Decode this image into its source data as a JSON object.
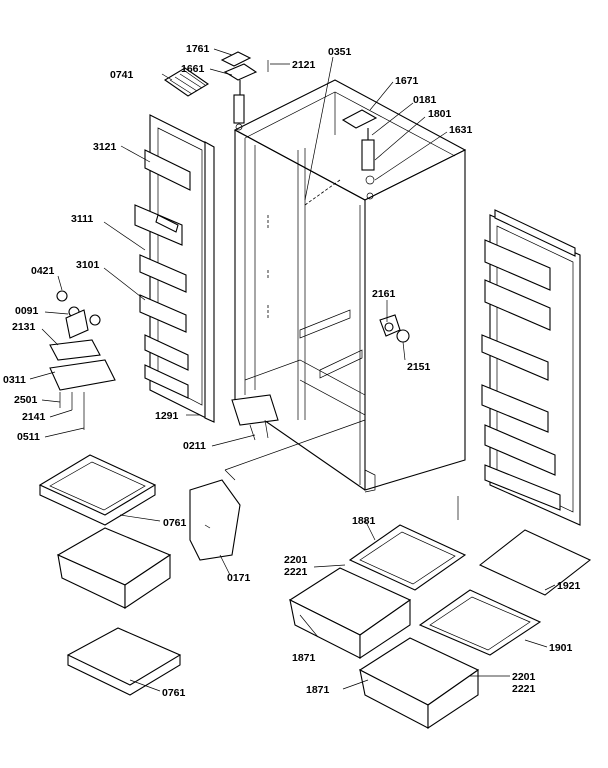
{
  "diagram": {
    "labels": {
      "p1761": "1761",
      "p1661": "1661",
      "p2121": "2121",
      "p0741": "0741",
      "p0351": "0351",
      "p1671": "1671",
      "p0181": "0181",
      "p1801": "1801",
      "p1631": "1631",
      "p3121": "3121",
      "p3111": "3111",
      "p3101": "3101",
      "p0421": "0421",
      "p0091": "0091",
      "p2131": "2131",
      "p0311": "0311",
      "p2501": "2501",
      "p2141": "2141",
      "p0511": "0511",
      "p1291": "1291",
      "p0211": "0211",
      "p2161": "2161",
      "p2151": "2151",
      "p0761a": "0761",
      "p0761b": "0761",
      "p0171": "0171",
      "p1881": "1881",
      "p2201a": "2201",
      "p2221a": "2221",
      "p1921": "1921",
      "p1871a": "1871",
      "p1901": "1901",
      "p1871b": "1871",
      "p2201b": "2201",
      "p2221b": "2221"
    }
  }
}
